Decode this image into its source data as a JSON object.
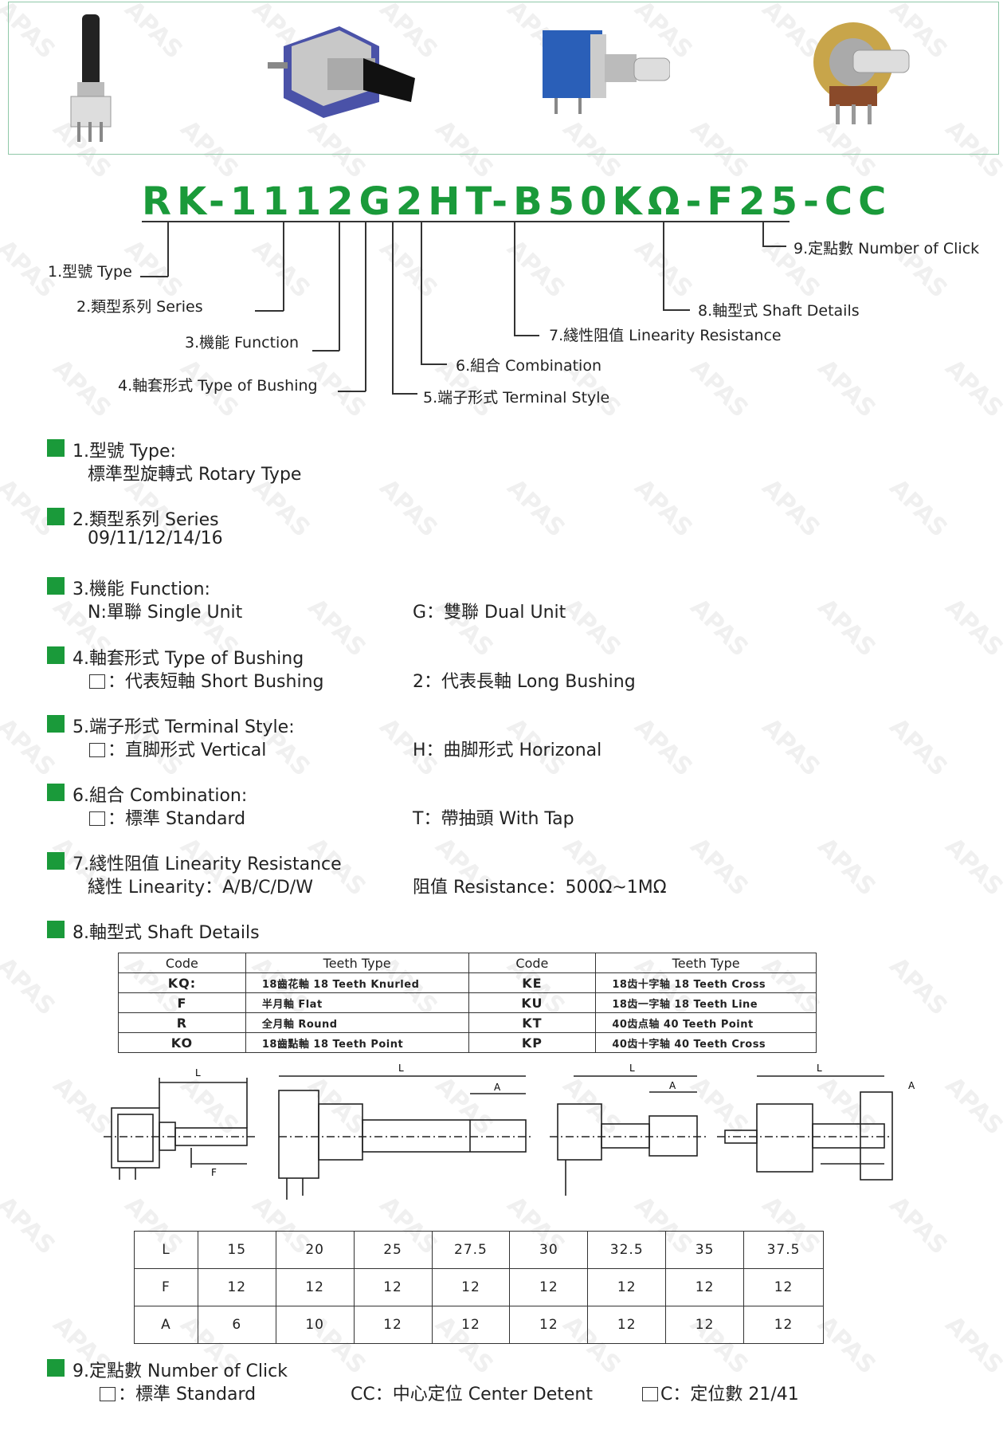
{
  "part_number": "RK-1112G2HT-B50KΩ-F25-CC",
  "watermark_text": "APAS",
  "diagram_labels": {
    "type": "1.型號 Type",
    "series": "2.類型系列 Series",
    "function": "3.機能 Function",
    "bushing": "4.軸套形式 Type of Bushing",
    "terminal": "5.端子形式 Terminal Style",
    "combination": "6.組合 Combination",
    "linearity": "7.綫性阻值 Linearity Resistance",
    "shaft": "8.軸型式 Shaft Details",
    "click": "9.定點數 Number of Click"
  },
  "sections": {
    "s1": {
      "title": "1.型號 Type:",
      "line": "標準型旋轉式 Rotary Type"
    },
    "s2": {
      "title": "2.類型系列 Series",
      "line": "09/11/12/14/16"
    },
    "s3": {
      "title": "3.機能 Function:",
      "left": "N:單聯 Single Unit",
      "right": "G：雙聯 Dual Unit"
    },
    "s4": {
      "title": "4.軸套形式 Type of Bushing",
      "left": "：代表短軸 Short Bushing",
      "right": "2：代表長軸 Long Bushing"
    },
    "s5": {
      "title": "5.端子形式 Terminal Style:",
      "left": "：直脚形式 Vertical",
      "right": "H：曲脚形式 Horizonal"
    },
    "s6": {
      "title": "6.組合 Combination:",
      "left": "：標準 Standard",
      "right": "T：帶抽頭 With Tap"
    },
    "s7": {
      "title": "7.綫性阻值 Linearity Resistance",
      "left": "綫性 Linearity：A/B/C/D/W",
      "right": "阻值 Resistance：500Ω~1MΩ"
    },
    "s8": {
      "title": "8.軸型式 Shaft Details"
    },
    "s9": {
      "title": "9.定點數 Number of Click",
      "a": "：標準 Standard",
      "b": "CC：中心定位 Center Detent",
      "c": "C：定位數 21/41"
    }
  },
  "shaft_table": {
    "headers": [
      "Code",
      "Teeth Type",
      "Code",
      "Teeth Type"
    ],
    "rows": [
      [
        "KQ:",
        "18齒花軸 18 Teeth Knurled",
        "KE",
        "18齿十字轴 18 Teeth Cross"
      ],
      [
        "F",
        "半月軸 Flat",
        "KU",
        "18齿一字轴 18 Teeth Line"
      ],
      [
        "R",
        "全月軸 Round",
        "KT",
        "40齿点轴 40 Teeth Point"
      ],
      [
        "KO",
        "18齒點軸 18 Teeth Point",
        "KP",
        "40齿十字轴 40 Teeth Cross"
      ]
    ]
  },
  "drawing_labels": {
    "l": "L",
    "a": "A",
    "f": "F"
  },
  "dimension_table": {
    "rows": [
      [
        "L",
        "15",
        "20",
        "25",
        "27.5",
        "30",
        "32.5",
        "35",
        "37.5"
      ],
      [
        "F",
        "12",
        "12",
        "12",
        "12",
        "12",
        "12",
        "12",
        "12"
      ],
      [
        "A",
        "6",
        "10",
        "12",
        "12",
        "12",
        "12",
        "12",
        "12"
      ]
    ]
  },
  "colors": {
    "accent": "#1a9a3a",
    "border": "#8fc8a8"
  }
}
